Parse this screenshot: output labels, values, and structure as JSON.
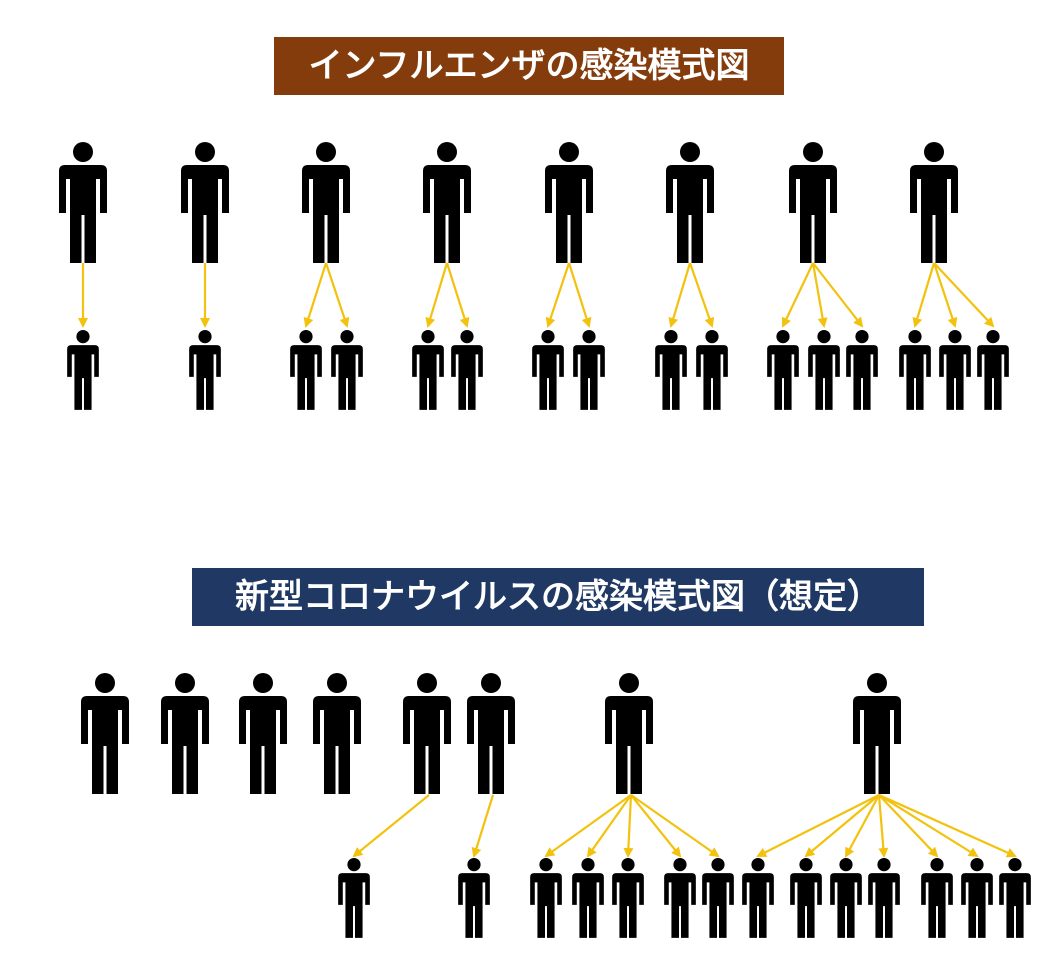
{
  "influenza": {
    "title": "インフルエンザの感染模式図",
    "title_bg": "#843C0C",
    "infector_counts": [
      1,
      1,
      2,
      2,
      2,
      2,
      3,
      3
    ]
  },
  "covid": {
    "title": "新型コロナウイルスの感染模式図（想定）",
    "title_bg": "#1F3864",
    "infector_counts": [
      0,
      0,
      0,
      0,
      1,
      1,
      5,
      7
    ]
  },
  "colors": {
    "person": "#000000",
    "arrow": "#F2C20F"
  }
}
